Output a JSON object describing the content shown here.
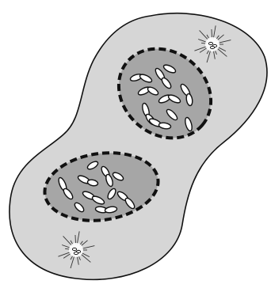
{
  "figure": {
    "subject": "cell-division",
    "colors": {
      "background": "#ffffff",
      "cytoplasm": "#d6d6d6",
      "nucleus": "#a6a6a6",
      "outline": "#111111",
      "chromosome": "#ffffff",
      "centrosome": "#ffffff"
    },
    "icons": [
      "cell-membrane",
      "nucleus-envelope",
      "chromosome",
      "centrosome-aster"
    ],
    "nuclei_count": 2,
    "centrosomes_count": 2
  }
}
